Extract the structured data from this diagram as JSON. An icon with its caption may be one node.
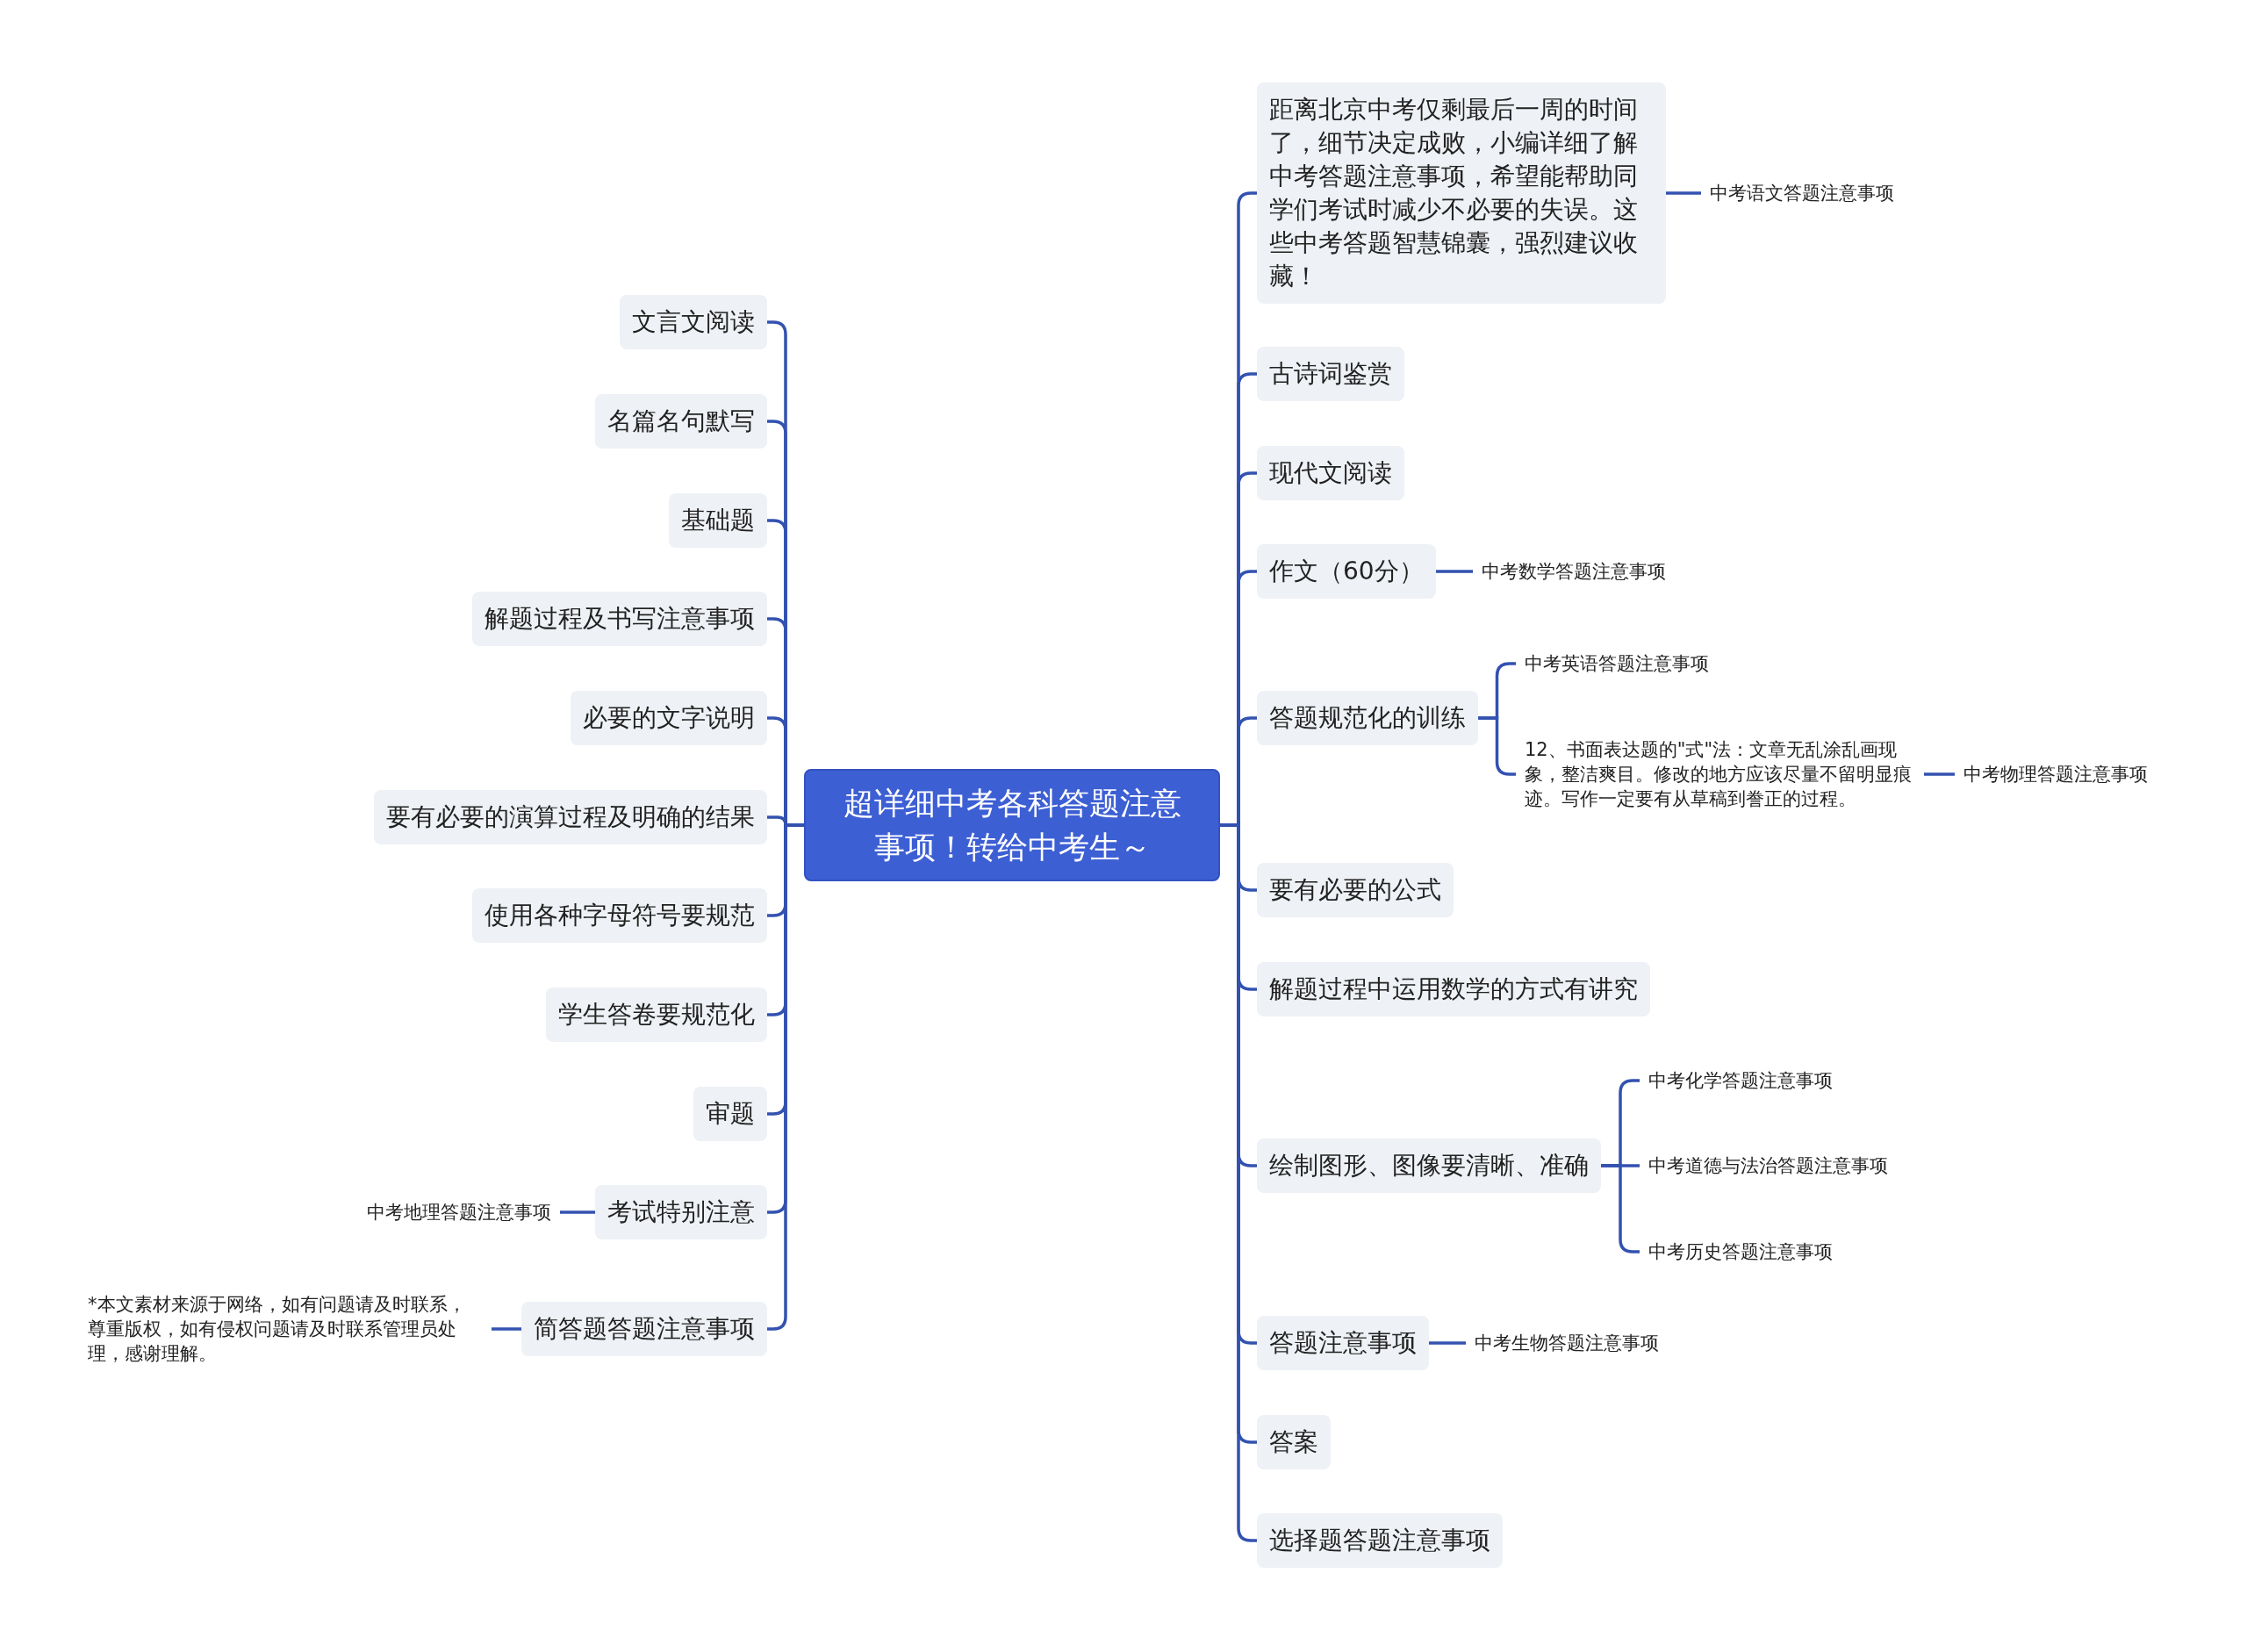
{
  "diagram": {
    "nodes": [
      {
        "text": [
          "超详细中考各科答题注意事项！转给中考生～"
        ]
      },
      {
        "text": [
          "距离北京中考仅剩最后一周的时间了，细节决定成败，小编详细了解中考答题注意事项，希望能帮助同学们考试时减少不必要的失误。这些中考答题智慧锦囊，强烈建议收藏！"
        ]
      },
      {
        "text": [
          "中考语文答题注意事项"
        ]
      },
      {
        "text": [
          "古诗词鉴赏"
        ]
      },
      {
        "text": [
          "现代文阅读"
        ]
      },
      {
        "text": [
          "作文（60分）"
        ]
      },
      {
        "text": [
          "中考数学答题注意事项"
        ]
      },
      {
        "text": [
          "答题规范化的训练"
        ]
      },
      {
        "text": [
          "中考英语答题注意事项"
        ]
      },
      {
        "text": [
          "12、书面表达题的\"式\"法：文章无乱涂乱画现象，整洁爽目。修改的地方应该尽量不留明显痕迹。写作一定要有从草稿到誊正的过程。"
        ]
      },
      {
        "text": [
          "中考物理答题注意事项"
        ]
      },
      {
        "text": [
          "要有必要的公式"
        ]
      },
      {
        "text": [
          "解题过程中运用数学的方式有讲究"
        ]
      },
      {
        "text": [
          "绘制图形、图像要清晰、准确"
        ]
      },
      {
        "text": [
          "中考化学答题注意事项"
        ]
      },
      {
        "text": [
          "中考道德与法治答题注意事项"
        ]
      },
      {
        "text": [
          "中考历史答题注意事项"
        ]
      },
      {
        "text": [
          "答题注意事项"
        ]
      },
      {
        "text": [
          "中考生物答题注意事项"
        ]
      },
      {
        "text": [
          "答案"
        ]
      },
      {
        "text": [
          "选择题答题注意事项"
        ]
      },
      {
        "text": [
          "文言文阅读"
        ]
      },
      {
        "text": [
          "名篇名句默写"
        ]
      },
      {
        "text": [
          "基础题"
        ]
      },
      {
        "text": [
          "解题过程及书写注意事项"
        ]
      },
      {
        "text": [
          "必要的文字说明"
        ]
      },
      {
        "text": [
          "要有必要的演算过程及明确的结果"
        ]
      },
      {
        "text": [
          "使用各种字母符号要规范"
        ]
      },
      {
        "text": [
          "学生答卷要规范化"
        ]
      },
      {
        "text": [
          "审题"
        ]
      },
      {
        "text": [
          "考试特别注意"
        ]
      },
      {
        "text": [
          "中考地理答题注意事项"
        ]
      },
      {
        "text": [
          "简答题答题注意事项"
        ]
      },
      {
        "text": [
          "*本文素材来源于网络，如有问题请及时联系，尊重版权，如有侵权问题请及时联系管理员处理，感谢理解。"
        ]
      }
    ],
    "edges": [
      {
        "from": 0,
        "to": 1,
        "arrow": "none"
      },
      {
        "from": 1,
        "to": 2,
        "arrow": "none"
      },
      {
        "from": 0,
        "to": 3,
        "arrow": "none"
      },
      {
        "from": 0,
        "to": 4,
        "arrow": "none"
      },
      {
        "from": 0,
        "to": 5,
        "arrow": "none"
      },
      {
        "from": 5,
        "to": 6,
        "arrow": "none"
      },
      {
        "from": 0,
        "to": 7,
        "arrow": "none"
      },
      {
        "from": 7,
        "to": 8,
        "arrow": "none"
      },
      {
        "from": 7,
        "to": 9,
        "arrow": "none"
      },
      {
        "from": 9,
        "to": 10,
        "arrow": "none"
      },
      {
        "from": 0,
        "to": 11,
        "arrow": "none"
      },
      {
        "from": 0,
        "to": 12,
        "arrow": "none"
      },
      {
        "from": 0,
        "to": 13,
        "arrow": "none"
      },
      {
        "from": 13,
        "to": 14,
        "arrow": "none"
      },
      {
        "from": 13,
        "to": 15,
        "arrow": "none"
      },
      {
        "from": 13,
        "to": 16,
        "arrow": "none"
      },
      {
        "from": 0,
        "to": 17,
        "arrow": "none"
      },
      {
        "from": 17,
        "to": 18,
        "arrow": "none"
      },
      {
        "from": 0,
        "to": 19,
        "arrow": "none"
      },
      {
        "from": 0,
        "to": 20,
        "arrow": "none"
      },
      {
        "from": 0,
        "to": 21,
        "arrow": "none"
      },
      {
        "from": 0,
        "to": 22,
        "arrow": "none"
      },
      {
        "from": 0,
        "to": 23,
        "arrow": "none"
      },
      {
        "from": 0,
        "to": 24,
        "arrow": "none"
      },
      {
        "from": 0,
        "to": 25,
        "arrow": "none"
      },
      {
        "from": 0,
        "to": 26,
        "arrow": "none"
      },
      {
        "from": 0,
        "to": 27,
        "arrow": "none"
      },
      {
        "from": 0,
        "to": 28,
        "arrow": "none"
      },
      {
        "from": 0,
        "to": 29,
        "arrow": "none"
      },
      {
        "from": 0,
        "to": 30,
        "arrow": "none"
      },
      {
        "from": 30,
        "to": 31,
        "arrow": "none"
      },
      {
        "from": 0,
        "to": 32,
        "arrow": "none"
      },
      {
        "from": 32,
        "to": 33,
        "arrow": "none"
      }
    ]
  }
}
